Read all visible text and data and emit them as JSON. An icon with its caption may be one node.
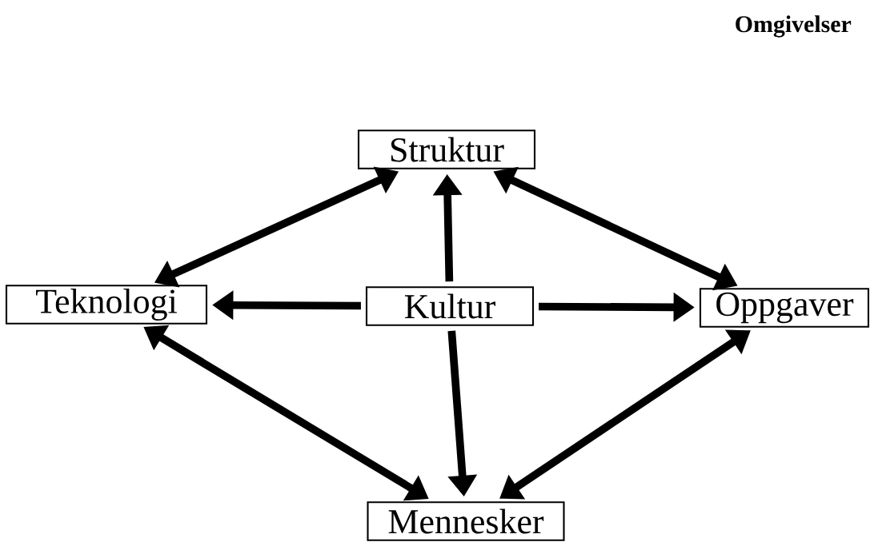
{
  "diagram": {
    "nodes": [
      {
        "text": [
          "Kultur"
        ]
      },
      {
        "text": [
          "Struktur"
        ]
      },
      {
        "text": [
          "Teknologi"
        ]
      },
      {
        "text": [
          "Oppgaver"
        ]
      },
      {
        "text": [
          "Mennesker"
        ]
      }
    ],
    "edges": [
      {
        "from": 0,
        "to": 1,
        "arrow": "to"
      },
      {
        "from": 0,
        "to": 2,
        "arrow": "to"
      },
      {
        "from": 0,
        "to": 3,
        "arrow": "to"
      },
      {
        "from": 0,
        "to": 4,
        "arrow": "to"
      },
      {
        "from": 2,
        "to": 1,
        "arrow": "both"
      },
      {
        "from": 1,
        "to": 3,
        "arrow": "both"
      },
      {
        "from": 2,
        "to": 4,
        "arrow": "both"
      },
      {
        "from": 4,
        "to": 3,
        "arrow": "both"
      }
    ],
    "labels": [
      "Omgivelser"
    ]
  }
}
